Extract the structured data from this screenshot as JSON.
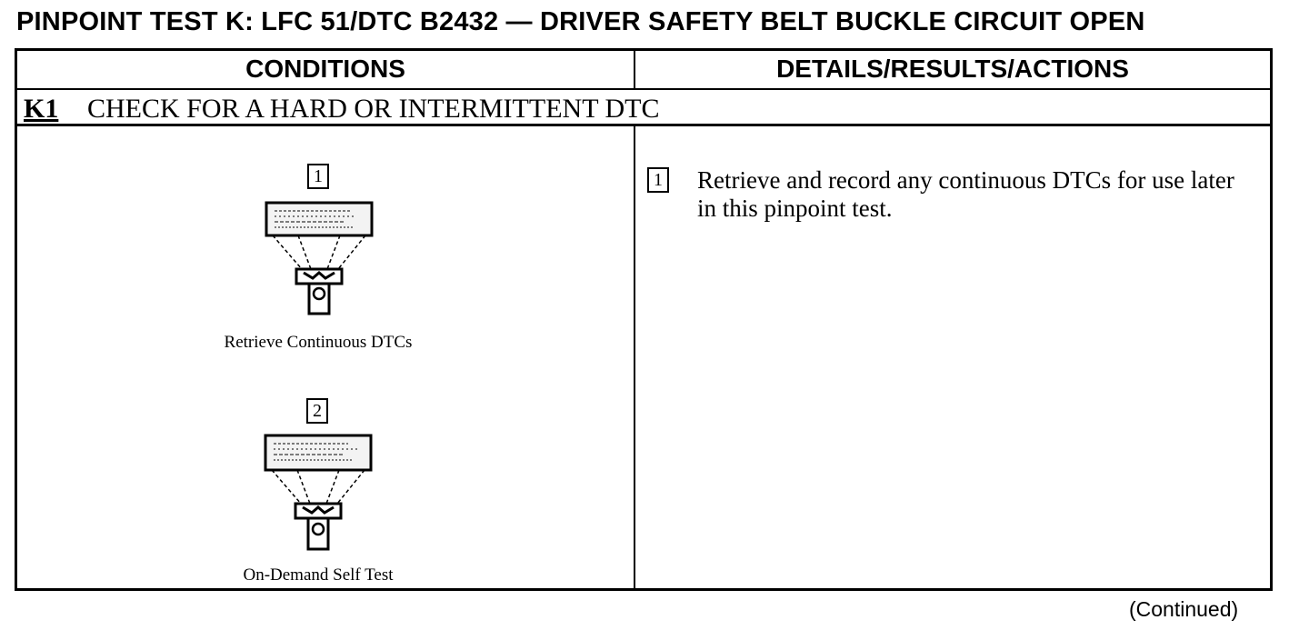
{
  "header": {
    "title": "PINPOINT TEST K:  LFC 51/DTC B2432 — DRIVER SAFETY BELT BUCKLE CIRCUIT OPEN"
  },
  "table": {
    "col_conditions": "CONDITIONS",
    "col_actions": "DETAILS/RESULTS/ACTIONS",
    "step": {
      "id": "K1",
      "title": "CHECK FOR A HARD OR INTERMITTENT DTC"
    },
    "conditions": [
      {
        "number": "1",
        "caption": "Retrieve Continuous DTCs",
        "icon": "diagnostic-scan-tool-icon"
      },
      {
        "number": "2",
        "caption": "On-Demand Self Test",
        "icon": "diagnostic-scan-tool-icon"
      }
    ],
    "actions": [
      {
        "number": "1",
        "text": "Retrieve and record any continuous DTCs for use later in this pinpoint test."
      }
    ]
  },
  "footer": {
    "continued": "(Continued)"
  }
}
